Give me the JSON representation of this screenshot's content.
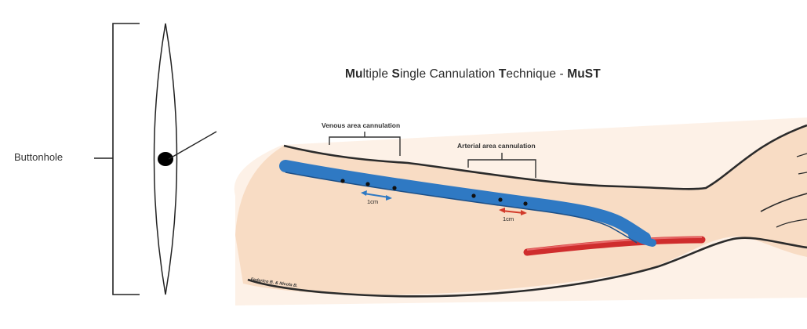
{
  "left_diagram": {
    "label": "Buttonhole"
  },
  "right_diagram": {
    "title": {
      "p1b": "Mu",
      "p1": "ltiple ",
      "p2b": "S",
      "p2": "ingle Cannulation ",
      "p3b": "T",
      "p3": "echnique - ",
      "p4b": "MuST"
    },
    "venous_area_label": "Venous area cannulation",
    "arterial_area_label": "Arterial area cannulation",
    "venous_distance_label": "1cm",
    "arterial_distance_label": "1cm",
    "credit": "Federico B. & Nicola B."
  },
  "colors": {
    "skin": "#f8dcc4",
    "skin_outline": "#2b2b2b",
    "vein": "#2f79c3",
    "artery": "#cf2d2d",
    "venous_arrow": "#2f79c3",
    "arterial_arrow": "#d23a2a"
  }
}
